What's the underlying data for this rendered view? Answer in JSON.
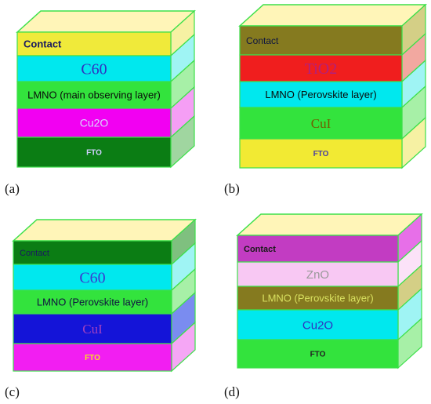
{
  "panels": [
    {
      "label": "(a)",
      "top_color": "#fff5b8",
      "layers": [
        {
          "text": "Contact",
          "color": "#f0ea3a",
          "side": "#f6f1a3",
          "text_color": "#1a1a60",
          "font": "sans",
          "weight": "bold",
          "size": 13
        },
        {
          "text": "C60",
          "color": "#00e8ee",
          "side": "#9ff4f4",
          "text_color": "#3030c0",
          "font": "serif",
          "weight": "normal",
          "size": 20
        },
        {
          "text": "LMNO (main observing layer)",
          "color": "#33e33d",
          "side": "#a7f0a7",
          "text_color": "#0a0a0a",
          "font": "sans",
          "weight": "normal",
          "size": 13
        },
        {
          "text": "Cu2O",
          "color": "#f200f2",
          "side": "#f59ef5",
          "text_color": "#d8d8ff",
          "font": "sans",
          "weight": "normal",
          "size": 14
        },
        {
          "text": "FTO",
          "color": "#0b7d14",
          "side": "#a0d6a0",
          "text_color": "#d0d0ff",
          "font": "sans",
          "weight": "bold",
          "size": 10
        }
      ]
    },
    {
      "label": "(b)",
      "top_color": "#fff5b8",
      "layers": [
        {
          "text": "Contact",
          "color": "#857a1f",
          "side": "#d4cf86",
          "text_color": "#0e1540",
          "font": "sans",
          "weight": "normal",
          "size": 12
        },
        {
          "text": "TiO2",
          "color": "#f01e1e",
          "side": "#f2a8a0",
          "text_color": "#b02080",
          "font": "serif",
          "weight": "normal",
          "size": 20
        },
        {
          "text": "LMNO (Perovskite layer)",
          "color": "#00e8ee",
          "side": "#9ff4f4",
          "text_color": "#0a0a0a",
          "font": "sans",
          "weight": "normal",
          "size": 13
        },
        {
          "text": "CuI",
          "color": "#33e33d",
          "side": "#a7f0a7",
          "text_color": "#706000",
          "font": "serif",
          "weight": "normal",
          "size": 17
        },
        {
          "text": "FTO",
          "color": "#f2ea33",
          "side": "#f6f1a3",
          "text_color": "#4a3fa0",
          "font": "sans",
          "weight": "bold",
          "size": 10
        }
      ]
    },
    {
      "label": "(c)",
      "top_color": "#fff5b8",
      "layers": [
        {
          "text": "Contact",
          "color": "#0b7d14",
          "side": "#7fc07f",
          "text_color": "#1a1a60",
          "font": "sans",
          "weight": "normal",
          "size": 11
        },
        {
          "text": "C60",
          "color": "#00e8ee",
          "side": "#9ff4f4",
          "text_color": "#3a3ad0",
          "font": "serif",
          "weight": "normal",
          "size": 20
        },
        {
          "text": "LMNO (Perovskite layer)",
          "color": "#33e33d",
          "side": "#a7f0a7",
          "text_color": "#101040",
          "font": "sans",
          "weight": "normal",
          "size": 13
        },
        {
          "text": "CuI",
          "color": "#1414d8",
          "side": "#7a8cf0",
          "text_color": "#a040c0",
          "font": "serif",
          "weight": "normal",
          "size": 17
        },
        {
          "text": "FTO",
          "color": "#f21ef2",
          "side": "#f5a6f5",
          "text_color": "#f8e020",
          "font": "sans",
          "weight": "bold",
          "size": 10
        }
      ]
    },
    {
      "label": "(d)",
      "top_color": "#fff5b8",
      "layers": [
        {
          "text": "Contact",
          "color": "#c23cc2",
          "side": "#e76fe8",
          "text_color": "#1a1a1a",
          "font": "sans",
          "weight": "bold",
          "size": 11
        },
        {
          "text": "ZnO",
          "color": "#f8c8f3",
          "side": "#fbe2f8",
          "text_color": "#9a9a9a",
          "font": "sans",
          "weight": "normal",
          "size": 15
        },
        {
          "text": "LMNO (Perovskite layer)",
          "color": "#857a1f",
          "side": "#d4cf86",
          "text_color": "#d8e060",
          "font": "sans",
          "weight": "normal",
          "size": 13
        },
        {
          "text": "Cu2O",
          "color": "#00e8ee",
          "side": "#9ff4f4",
          "text_color": "#3030c0",
          "font": "sans",
          "weight": "normal",
          "size": 15
        },
        {
          "text": "FTO",
          "color": "#33e33d",
          "side": "#a7f0a7",
          "text_color": "#222222",
          "font": "sans",
          "weight": "bold",
          "size": 10
        }
      ]
    }
  ]
}
